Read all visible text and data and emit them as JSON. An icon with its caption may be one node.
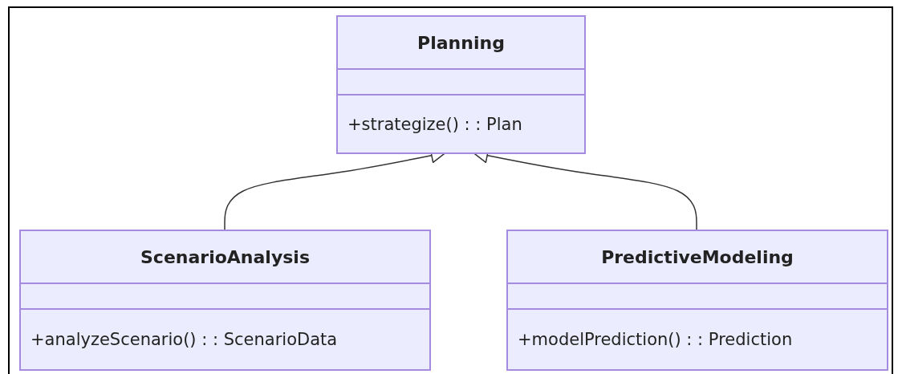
{
  "diagram": {
    "nodes": [
      {
        "text": [
          "Planning",
          "+strategize() : : Plan"
        ]
      },
      {
        "text": [
          "ScenarioAnalysis",
          "+analyzeScenario() : : ScenarioData"
        ]
      },
      {
        "text": [
          "PredictiveModeling",
          "+modelPrediction() : : Prediction"
        ]
      }
    ],
    "edges": [
      {
        "from": 1,
        "to": 0,
        "arrow": "to"
      },
      {
        "from": 2,
        "to": 0,
        "arrow": "to"
      }
    ]
  }
}
